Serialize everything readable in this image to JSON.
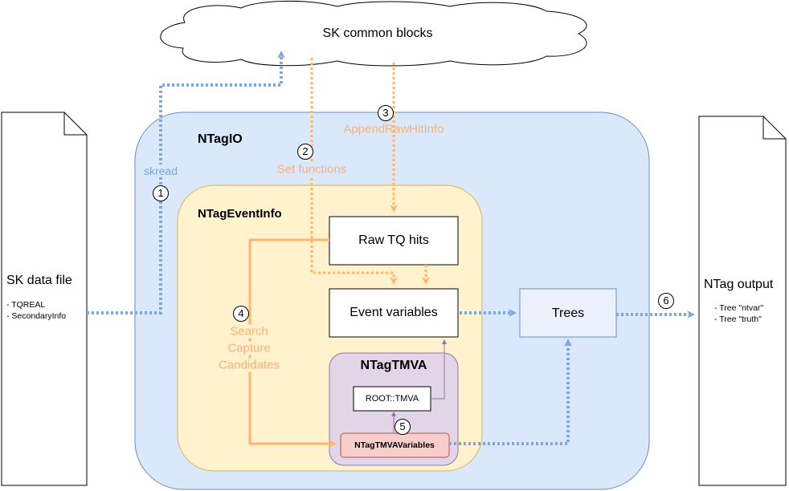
{
  "cloud": {
    "label": "SK common blocks"
  },
  "data_file": {
    "title": "SK data file",
    "items": [
      "- TQREAL",
      "- SecondaryInfo"
    ]
  },
  "output_file": {
    "title": "NTag output",
    "items": [
      "- Tree \"ntvar\"",
      "- Tree \"truth\""
    ]
  },
  "ntagio": {
    "title": "NTagIO"
  },
  "eventinfo": {
    "title": "NTagEventInfo"
  },
  "raw_tq_hits": {
    "label": "Raw TQ hits"
  },
  "event_variables": {
    "label": "Event variables"
  },
  "trees": {
    "label": "Trees"
  },
  "ntagtmva": {
    "title": "NTagTMVA"
  },
  "root_tmva": {
    "label": "ROOT::TMVA"
  },
  "tmva_variables": {
    "label": "NTagTMVAVariables"
  },
  "steps": {
    "s1": {
      "num": "1",
      "label": "skread"
    },
    "s2": {
      "num": "2",
      "label": "Set functions"
    },
    "s3": {
      "num": "3",
      "label": "AppendRawHitInfo"
    },
    "s4": {
      "num": "4",
      "label_lines": [
        "Search",
        "Capture",
        "Candidates"
      ]
    },
    "s5": {
      "num": "5"
    },
    "s6": {
      "num": "6"
    }
  },
  "colors": {
    "ntagio_fill": "#DAE8FC",
    "ntagio_stroke": "#6C8EBF",
    "eventinfo_fill": "#FFF2CC",
    "eventinfo_stroke": "#D6B656",
    "tmva_fill": "#E1D5E7",
    "tmva_stroke": "#9673A6",
    "tmvavars_fill": "#F8CECC",
    "tmvavars_stroke": "#B85450",
    "trees_fill": "#EAF1FB",
    "blue_arrow": "#7EA6E0",
    "orange_arrow": "#FFB570"
  }
}
